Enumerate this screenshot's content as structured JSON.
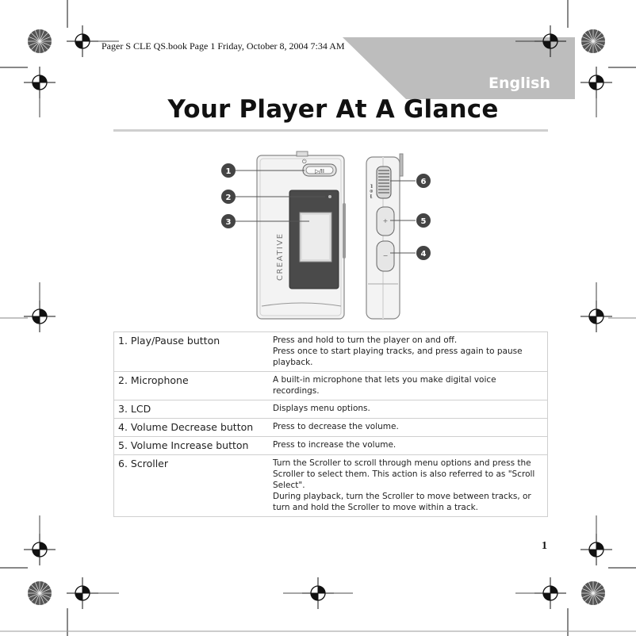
{
  "print_header": "Pager S CLE QS.book  Page 1  Friday, October 8, 2004  7:34 AM",
  "language_tab": "English",
  "title": "Your Player At A Glance",
  "figure": {
    "brand": "CREATIVE",
    "power_symbol": "⏻",
    "play_pause_symbol": "▷/II",
    "callouts": [
      "1",
      "2",
      "3",
      "4",
      "5",
      "6"
    ]
  },
  "parts": [
    {
      "name": "1. Play/Pause button",
      "lines": [
        "Press and hold to turn the player on and off.",
        "Press once to start playing tracks, and press again to pause playback."
      ]
    },
    {
      "name": "2. Microphone",
      "lines": [
        "A built-in microphone that lets you make digital voice recordings."
      ]
    },
    {
      "name": "3. LCD",
      "lines": [
        "Displays menu options."
      ]
    },
    {
      "name": "4. Volume Decrease button",
      "lines": [
        "Press to decrease the volume."
      ]
    },
    {
      "name": "5. Volume Increase button",
      "lines": [
        "Press to increase the volume."
      ]
    },
    {
      "name": "6. Scroller",
      "lines": [
        "Turn the Scroller to scroll through menu options and press the Scroller to select them. This action is also referred to as \"Scroll Select\".",
        "During playback, turn the Scroller to move between tracks, or turn and hold the Scroller to move within a track."
      ]
    }
  ],
  "page_number": "1"
}
